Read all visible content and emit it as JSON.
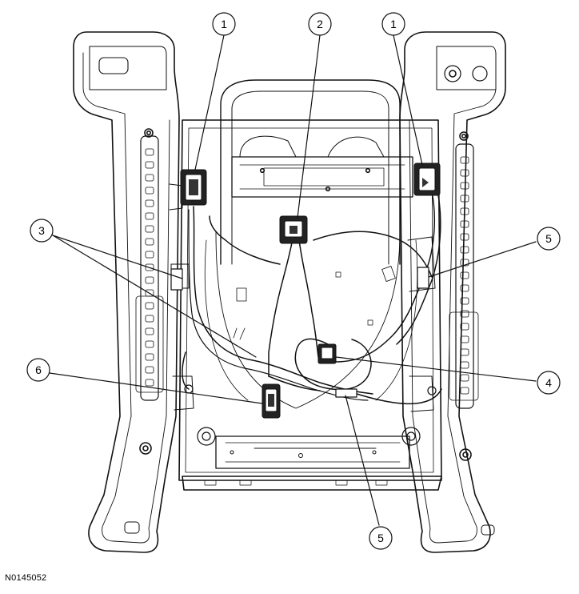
{
  "figure_id": "N0145052",
  "callouts": [
    {
      "label": "1"
    },
    {
      "label": "2"
    },
    {
      "label": "1"
    },
    {
      "label": "3"
    },
    {
      "label": "5"
    },
    {
      "label": "6"
    },
    {
      "label": "4"
    },
    {
      "label": "5"
    }
  ],
  "colors": {
    "line": "#111111",
    "background": "#ffffff",
    "connector": "#222222"
  }
}
